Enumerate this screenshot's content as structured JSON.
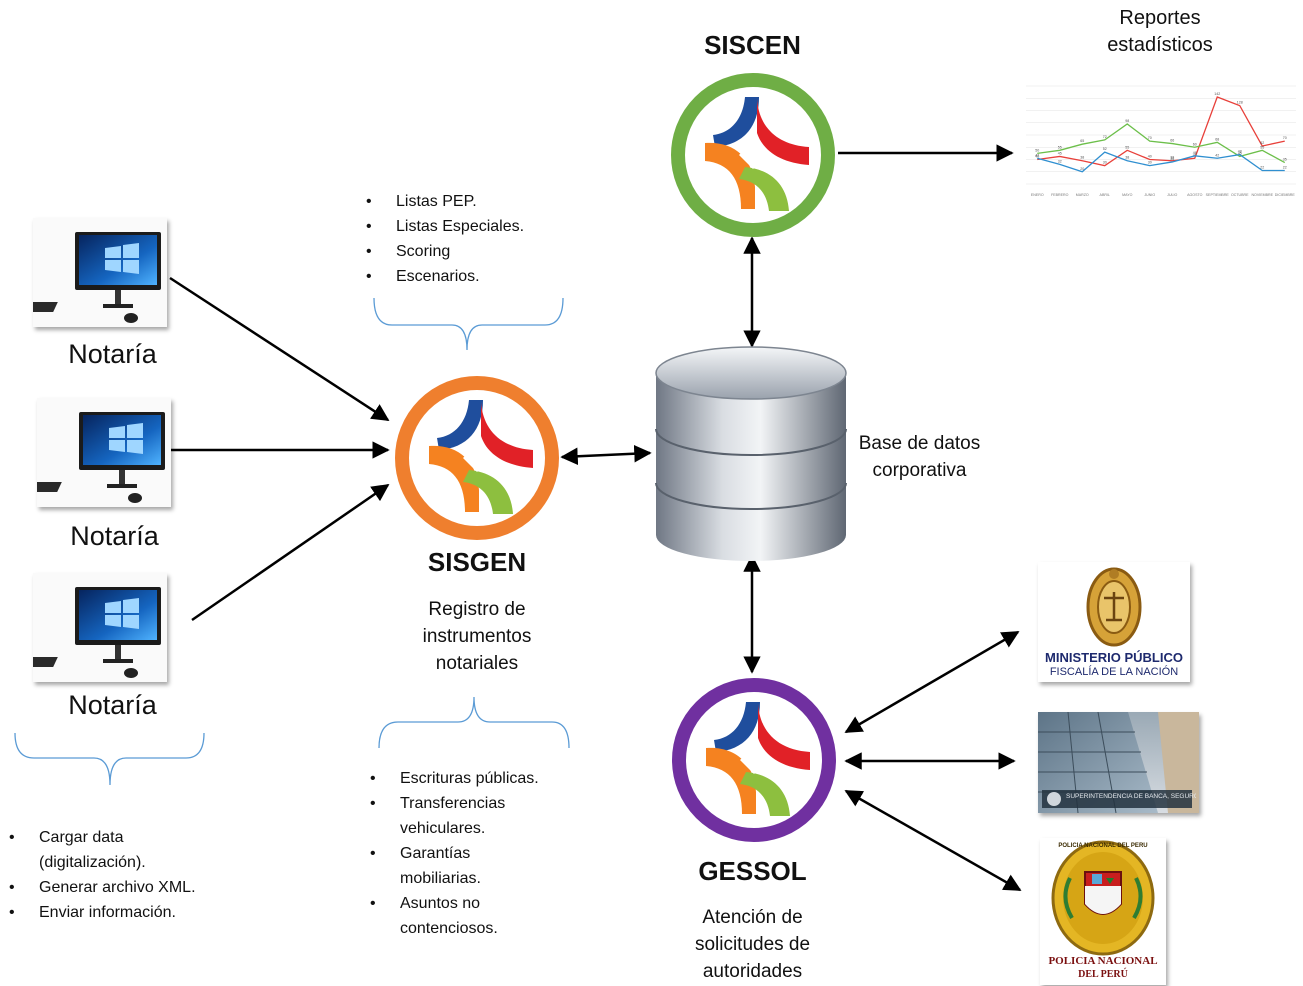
{
  "notarias": [
    {
      "label": "Notaría"
    },
    {
      "label": "Notaría"
    },
    {
      "label": "Notaría"
    }
  ],
  "notaria_tasks": [
    "Cargar data (digitalización).",
    "Generar archivo XML.",
    "Enviar información."
  ],
  "sisgen": {
    "name": "SISGEN",
    "description": "Registro de instrumentos notariales",
    "ring_color": "#ef7f2e",
    "features_top": [
      "Listas PEP.",
      "Listas Especiales.",
      "Scoring",
      "Escenarios."
    ],
    "features_bottom": [
      "Escrituras públicas.",
      "Transferencias vehiculares.",
      "Garantías mobiliarias.",
      "Asuntos no contenciosos."
    ]
  },
  "siscen": {
    "name": "SISCEN",
    "ring_color": "#6fae45"
  },
  "gessol": {
    "name": "GESSOL",
    "description": "Atención de solicitudes de autoridades",
    "ring_color": "#7030a0"
  },
  "database": {
    "label": "Base de datos corporativa"
  },
  "reports": {
    "label": "Reportes estadísticos",
    "chart_data": {
      "type": "line",
      "categories": [
        "ENERO",
        "FEBRERO",
        "MARZO",
        "ABRIL",
        "MAYO",
        "JUNIO",
        "JULIO",
        "AGOSTO",
        "SEPTIEMBRE",
        "OCTUBRE",
        "NOVIEMBRE",
        "DICIEMBRE"
      ],
      "ylim": [
        0,
        160
      ],
      "series": [
        {
          "color": "#e8403a",
          "values": [
            40,
            45,
            38,
            30,
            55,
            40,
            38,
            42,
            142,
            128,
            62,
            70
          ]
        },
        {
          "color": "#6cbf4a",
          "values": [
            50,
            55,
            65,
            72,
            98,
            70,
            66,
            60,
            68,
            45,
            55,
            35
          ]
        },
        {
          "color": "#2f8fd0",
          "values": [
            42,
            32,
            20,
            52,
            38,
            30,
            36,
            46,
            42,
            48,
            22,
            22
          ]
        }
      ]
    }
  },
  "authorities": {
    "ministerio_title": "MINISTERIO PÚBLICO",
    "ministerio_subtitle": "FISCALÍA DE LA NACIÓN",
    "sbs_sign": "SUPERINTENDENCIA DE BANCA, SEGUROS Y AFP",
    "policia_top": "POLICIA NACIONAL DEL PERU",
    "policia_line1": "POLICIA NACIONAL",
    "policia_line2": "DEL PERÚ"
  }
}
